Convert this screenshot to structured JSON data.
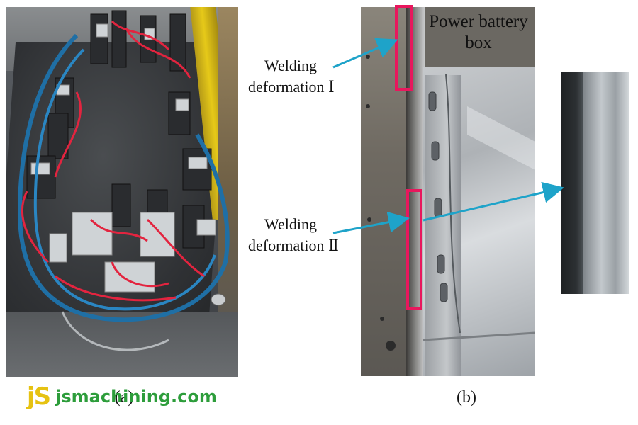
{
  "figure": {
    "panel_a": {
      "caption": "(a)"
    },
    "panel_b": {
      "caption": "(b)",
      "title_line1": "Power battery",
      "title_line2": "box",
      "annotation_1_line1": "Welding",
      "annotation_1_line2": "deformation Ⅰ",
      "annotation_2_line1": "Welding",
      "annotation_2_line2": "deformation Ⅱ"
    }
  },
  "watermark": {
    "logo": "jS",
    "site": "jsmachining.com"
  },
  "colors": {
    "highlight": "#e8175d",
    "arrow": "#1ea3c9",
    "watermark_logo": "#e6c212",
    "watermark_text": "#2d9d3b"
  }
}
